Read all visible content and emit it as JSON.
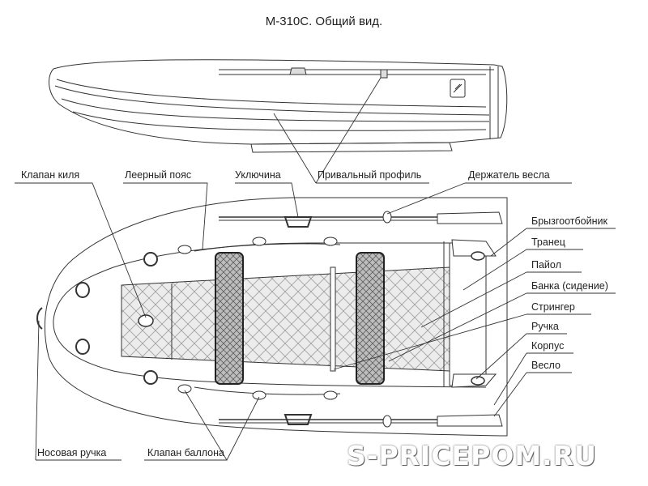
{
  "title": "М-310С. Общий вид.",
  "labels": {
    "keel_valve": "Клапан киля",
    "lifeline": "Леерный пояс",
    "oarlock": "Уключина",
    "rub_strake": "Привальный профиль",
    "oar_holder": "Держатель весла",
    "spray_guard": "Брызгоотбойник",
    "transom": "Транец",
    "floor": "Пайол",
    "seat": "Банка (сидение)",
    "stringer": "Стрингер",
    "handle": "Ручка",
    "hull": "Корпус",
    "oar": "Весло",
    "bow_handle": "Носовая ручка",
    "tube_valve": "Клапан баллона"
  },
  "watermark": "S-PRICEPOM.RU",
  "colors": {
    "line": "#333333",
    "floor": "#e8e8e8",
    "watermark_stroke": "#555555"
  },
  "icons": [
    "valve-icon",
    "handle-icon",
    "oarlock-icon",
    "logo-icon"
  ]
}
